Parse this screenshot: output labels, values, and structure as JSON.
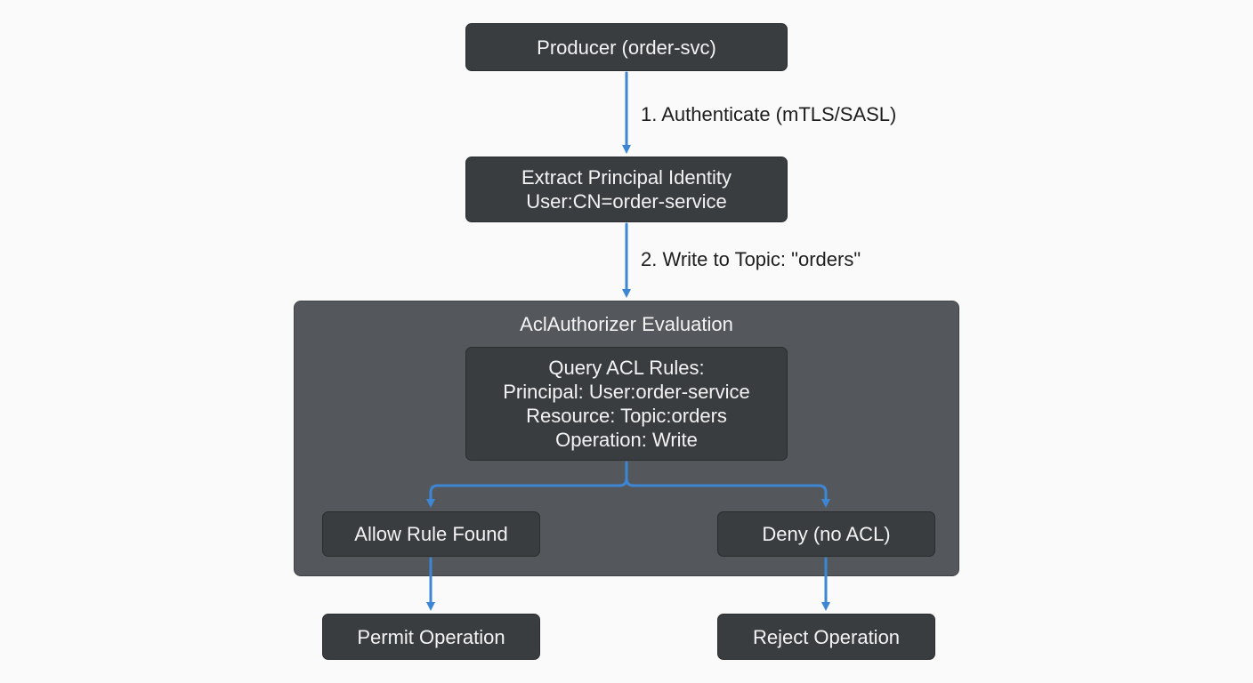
{
  "colors": {
    "node_fill": "#3a3d40",
    "group_fill": "#54585c",
    "arrow": "#3d86d4",
    "background": "#fafafa"
  },
  "nodes": {
    "producer": "Producer (order-svc)",
    "extract": [
      "Extract Principal Identity",
      "User:CN=order-service"
    ],
    "query": [
      "Query ACL Rules:",
      "Principal: User:order-service",
      "Resource: Topic:orders",
      "Operation: Write"
    ],
    "allow": "Allow Rule Found",
    "deny": "Deny (no ACL)",
    "permit": "Permit Operation",
    "reject": "Reject Operation"
  },
  "group": {
    "title": "AclAuthorizer Evaluation"
  },
  "edges": {
    "authenticate": "1. Authenticate (mTLS/SASL)",
    "write": "2. Write to Topic: \"orders\""
  }
}
